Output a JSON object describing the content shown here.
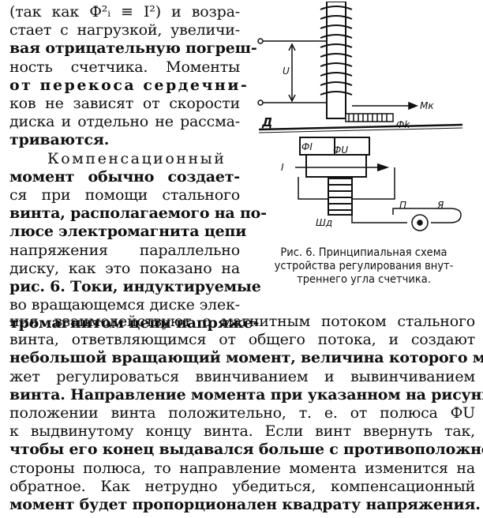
{
  "left_column": {
    "lines": [
      "(так как Ф²ᵢ ≡ I²)  и возра-",
      "стает с нагрузкой, увеличи-",
      "вая отрицательную погреш-",
      "ность счетчика. Моменты",
      "от перекоса сердечни-",
      "ков не зависят от скорости",
      "диска и отдельно не рассма-",
      "триваются.",
      "Компенсационный",
      "момент обычно создает-",
      "ся при помощи стального",
      "винта, располагаемого на по-",
      "люсе электромагнита цепи",
      "напряжения параллельно",
      "диску, как это показано на",
      "рис. 6. Токи, индуктируемые",
      "во вращающемся диске элек-",
      "тромагнитом цепи напряже-"
    ]
  },
  "full_width": {
    "lines": [
      "ния, взаимодействуют с магнитным потоком стального",
      "винта, ответвляющимся от общего потока, и создают",
      "небольшой вращающий момент, величина которого мо-",
      "жет регулироваться ввинчиванием и вывинчиванием",
      "винта. Направление момента при указанном на рисунке",
      "положении винта положительно, т. е. от полюса ФU",
      "к выдвинутому концу винта. Если винт ввернуть так,",
      "чтобы его конец выдавался больше с противоположной",
      "стороны полюса, то направление момента изменится на",
      "обратное. Как нетрудно убедиться, компенсационный",
      "момент будет пропорционален квадрату напряжения."
    ]
  },
  "figure": {
    "labels": {
      "u": "U",
      "mk": "Mк",
      "fk": "Фk",
      "d": "Д",
      "fi": "ФI",
      "fu": "ФU",
      "i": "I",
      "shd": "Шд",
      "p": "П",
      "ya": "Я"
    },
    "caption_lines": [
      "Рис. 6. Принципиальная схема",
      "устройства регулирования внут-",
      "треннего угла счетчика."
    ]
  }
}
